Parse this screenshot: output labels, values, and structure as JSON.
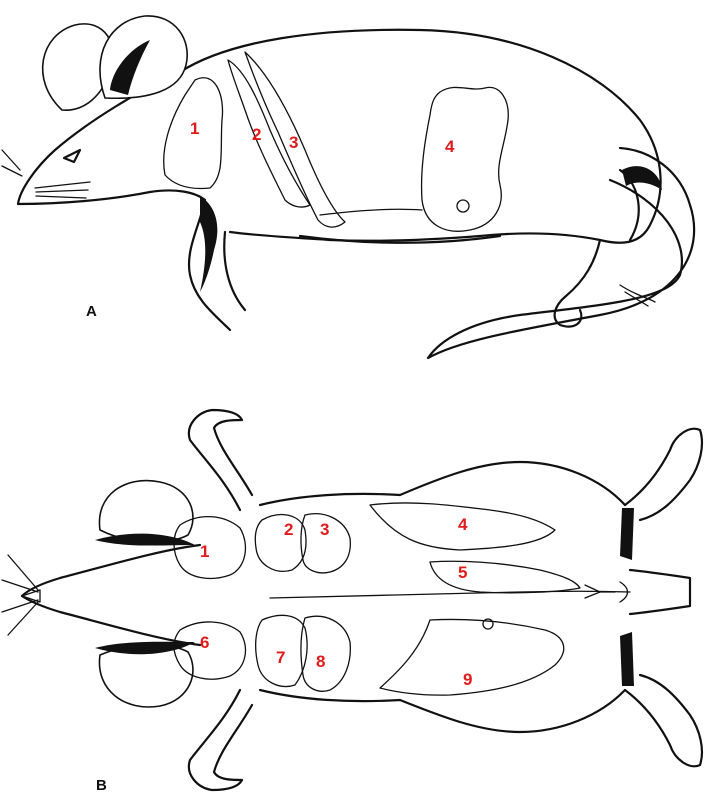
{
  "panels": [
    {
      "label": "A",
      "regions": [
        "1",
        "2",
        "3",
        "4"
      ]
    },
    {
      "label": "B",
      "regions": [
        "1",
        "2",
        "3",
        "4",
        "5",
        "6",
        "7",
        "8",
        "9"
      ]
    }
  ],
  "colors": {
    "ink": "#111111",
    "region_number": "#e11b1b",
    "background": "#ffffff"
  }
}
